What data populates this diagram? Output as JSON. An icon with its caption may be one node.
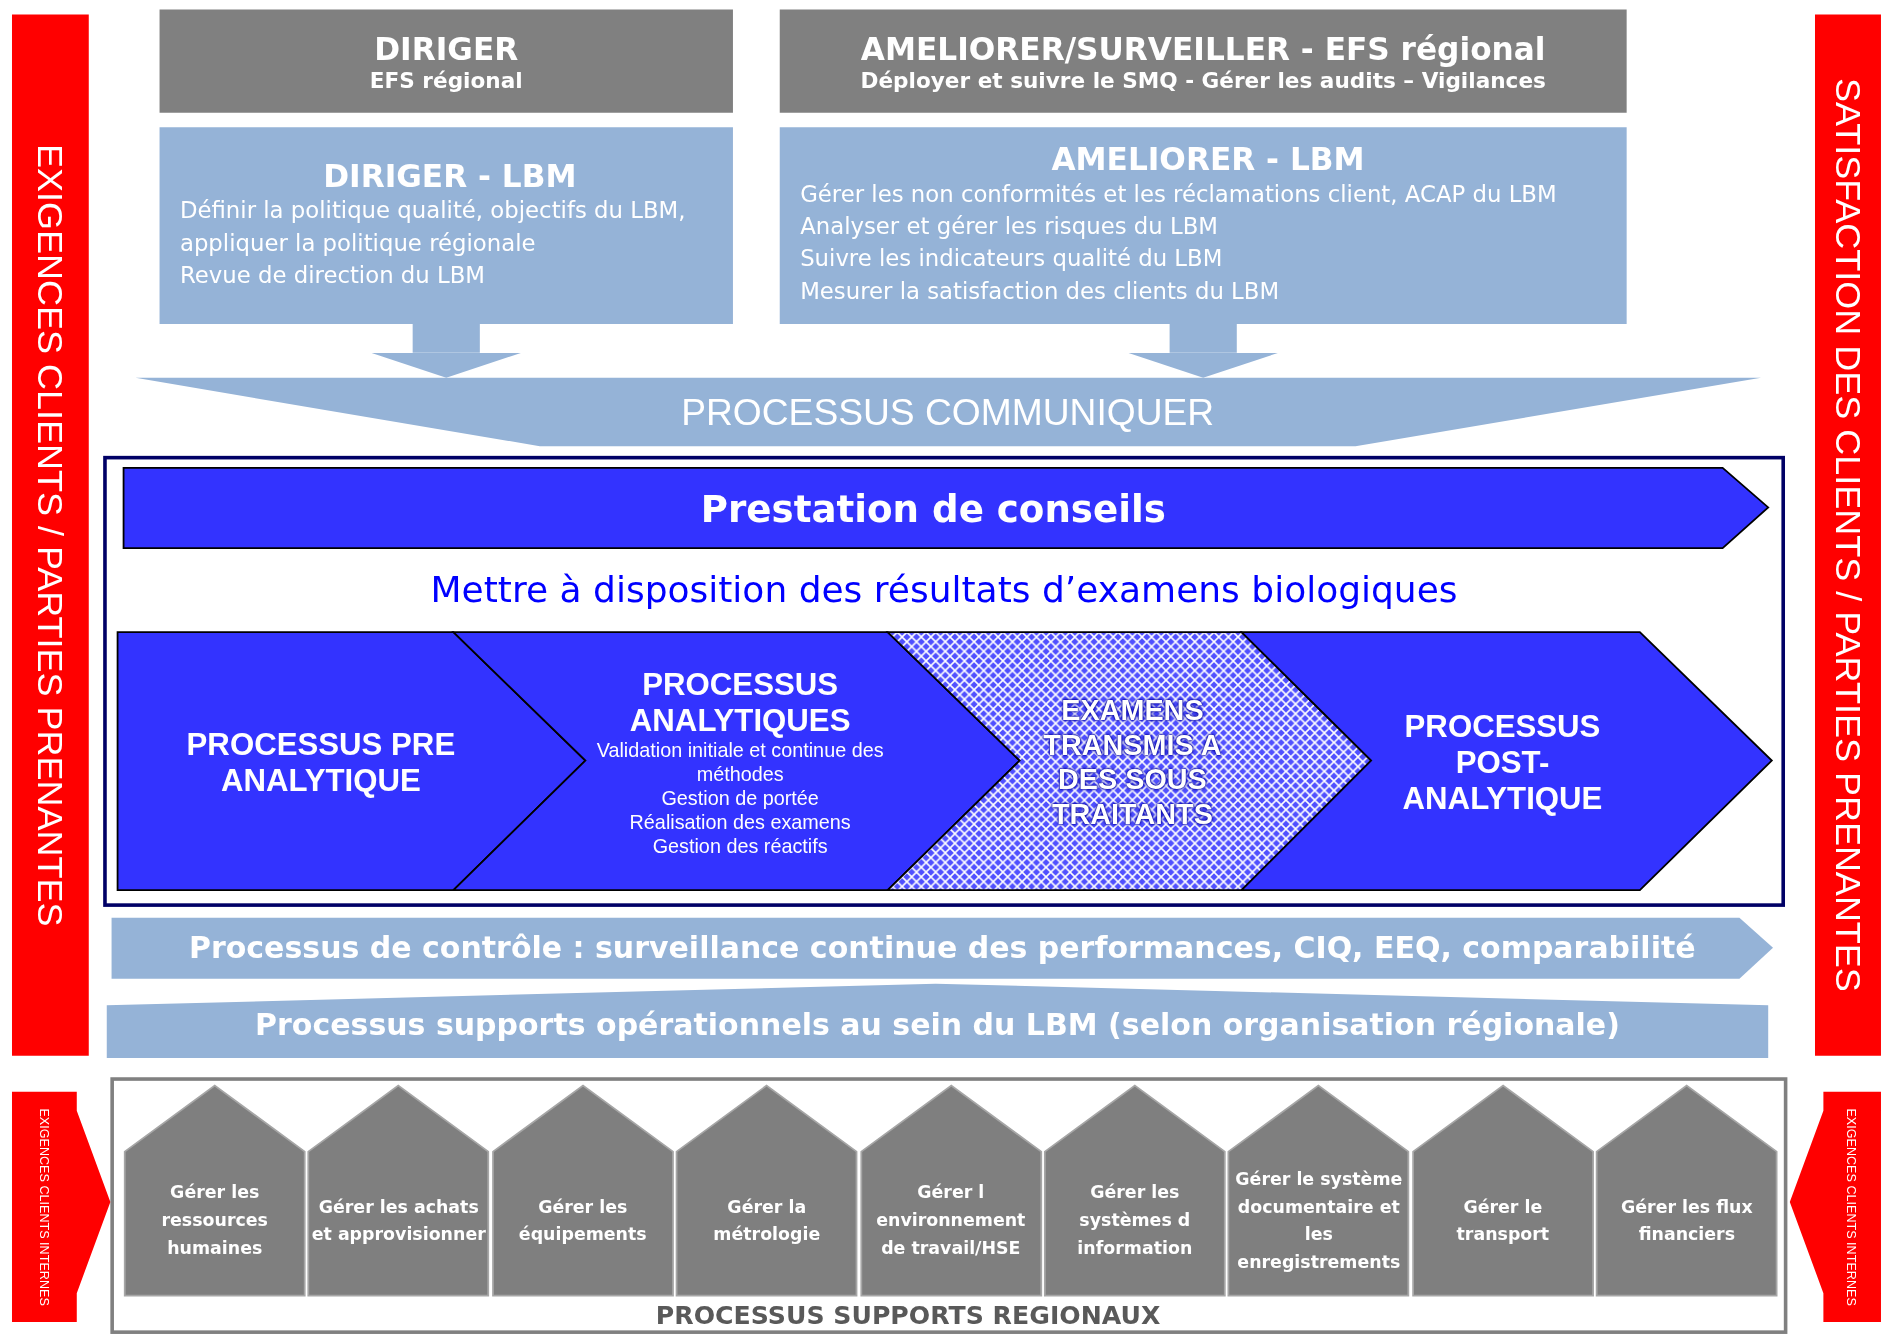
{
  "diagram": {
    "nodes": [
      {
        "text": [
          "DIRIGER",
          "EFS régional"
        ]
      },
      {
        "text": [
          "AMELIORER/SURVEILLER - EFS régional",
          "Déployer et suivre le SMQ - Gérer les audits – Vigilances"
        ]
      },
      {
        "text": [
          "DIRIGER - LBM",
          "Définir la politique qualité, objectifs du LBM, appliquer la politique régionale",
          "Revue de direction du LBM"
        ]
      },
      {
        "text": [
          "AMELIORER - LBM",
          "Gérer les non conformités et les réclamations client, ACAP du LBM",
          "Analyser et gérer les risques du LBM",
          "Suivre les indicateurs qualité du LBM",
          "Mesurer la satisfaction des clients du LBM"
        ]
      },
      {
        "text": [
          "PROCESSUS COMMUNIQUER"
        ]
      },
      {
        "text": [
          "Mettre à disposition des résultats d’examens biologiques"
        ]
      },
      {
        "text": [
          "Prestation de conseils"
        ],
        "in": 5
      },
      {
        "text": [
          "PROCESSUS PRE ANALYTIQUE"
        ],
        "in": 5
      },
      {
        "text": [
          "PROCESSUS ANALYTIQUES",
          "Validation initiale et continue des méthodes",
          "Gestion de portée",
          "Réalisation des examens",
          "Gestion des réactifs"
        ],
        "in": 5
      },
      {
        "text": [
          "EXAMENS TRANSMIS A DES SOUS TRAITANTS"
        ],
        "in": 5
      },
      {
        "text": [
          "PROCESSUS POST-ANALYTIQUE"
        ],
        "in": 5
      },
      {
        "text": [
          "Processus de contrôle : surveillance continue des performances, CIQ, EEQ, comparabilité"
        ]
      },
      {
        "text": [
          "Processus supports opérationnels au sein du LBM (selon organisation régionale)"
        ]
      },
      {
        "text": [
          "PROCESSUS SUPPORTS REGIONAUX"
        ]
      },
      {
        "text": [
          "Gérer les ressources humaines"
        ],
        "in": 13
      },
      {
        "text": [
          "Gérer les achats et approvisionner"
        ],
        "in": 13
      },
      {
        "text": [
          "Gérer les équipements"
        ],
        "in": 13
      },
      {
        "text": [
          "Gérer la métrologie"
        ],
        "in": 13
      },
      {
        "text": [
          "Gérer l environnement de travail/HSE"
        ],
        "in": 13
      },
      {
        "text": [
          "Gérer les systèmes d information"
        ],
        "in": 13
      },
      {
        "text": [
          "Gérer le système documentaire et les enregistrements"
        ],
        "in": 13
      },
      {
        "text": [
          "Gérer le transport"
        ],
        "in": 13
      },
      {
        "text": [
          "Gérer les flux financiers"
        ],
        "in": 13
      },
      {
        "text": [
          "EXIGENCES CLIENTS / PARTIES PRENANTES"
        ]
      },
      {
        "text": [
          "SATISFACTION DES CLIENTS / PARTIES PRENANTES"
        ]
      },
      {
        "text": [
          "EXIGENCES CLIENTS INTERNES"
        ]
      },
      {
        "text": [
          "EXIGENCES CLIENTS INTERNES"
        ]
      }
    ],
    "edges": [
      {
        "from": 2,
        "to": 4,
        "arrow": "to"
      },
      {
        "from": 3,
        "to": 4,
        "arrow": "to"
      }
    ]
  }
}
